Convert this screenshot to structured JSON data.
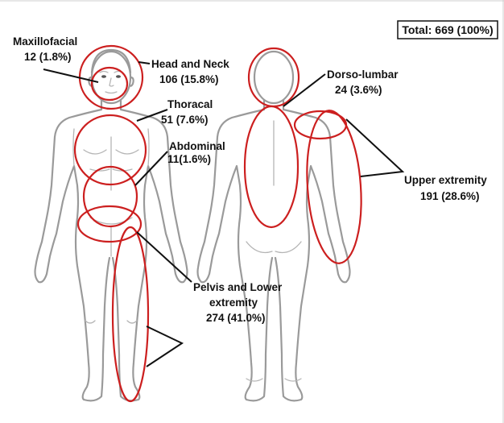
{
  "total": {
    "text": "Total: 669 (100%)"
  },
  "regions": {
    "maxillofacial": {
      "name": "Maxillofacial",
      "value": "12 (1.8%)"
    },
    "head_neck": {
      "name": "Head and Neck",
      "value": "106 (15.8%)"
    },
    "thoracal": {
      "name": "Thoracal",
      "value": "51 (7.6%)"
    },
    "abdominal": {
      "name": "Abdominal",
      "value": "11(1.6%)"
    },
    "dorso_lumbar": {
      "name": "Dorso-lumbar",
      "value": "24 (3.6%)"
    },
    "upper_extremity": {
      "name": "Upper extremity",
      "value": "191 (28.6%)"
    },
    "pelvis_lower": {
      "name_line1": "Pelvis and Lower",
      "name_line2": "extremity",
      "value": "274 (41.0%)"
    }
  },
  "colors": {
    "region_outline": "#cc1f1f",
    "body_outline": "#9a9a9a",
    "text": "#111111"
  }
}
